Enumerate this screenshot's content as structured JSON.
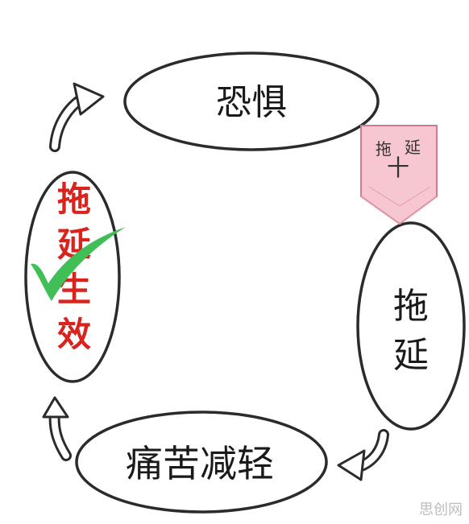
{
  "nodes": {
    "fear": "恐惧",
    "procrastinate": [
      "拖",
      "延"
    ],
    "pain_relief": "痛苦减轻",
    "effective": [
      "拖",
      "延",
      "生",
      "效"
    ]
  },
  "tag": {
    "text_left": "拖",
    "text_right": "延",
    "mark": "十"
  },
  "watermark": "思创网",
  "colors": {
    "outline": "#2b2b2b",
    "red_text": "#d9231d",
    "check": "#3fbf56",
    "tag_fill": "#f6c7d1",
    "tag_stroke": "#d07a8c"
  }
}
